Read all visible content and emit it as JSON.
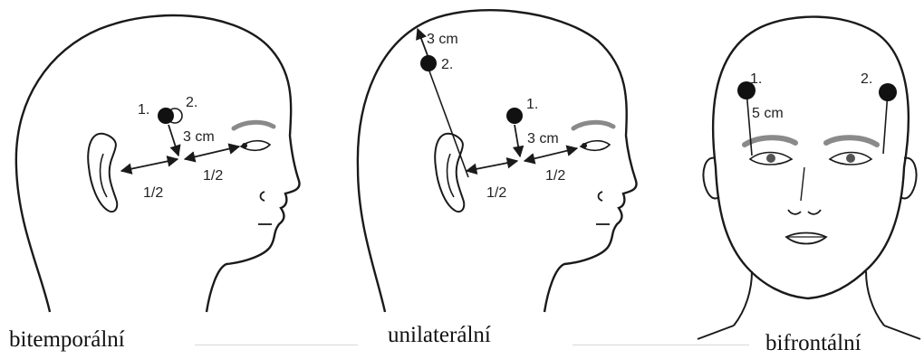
{
  "panels": {
    "bitemporal": {
      "caption": "bitemporální",
      "electrode_1": "1.",
      "electrode_2": "2.",
      "distance": "3 cm",
      "half_left": "1/2",
      "half_right": "1/2"
    },
    "unilateral": {
      "caption": "unilaterální",
      "electrode_1": "1.",
      "electrode_2": "2.",
      "distance_top": "3 cm",
      "distance": "3 cm",
      "half_left": "1/2",
      "half_right": "1/2"
    },
    "bifrontal": {
      "caption": "bifrontální",
      "electrode_1": "1.",
      "electrode_2": "2.",
      "distance": "5 cm"
    }
  },
  "colors": {
    "line": "#1a1a1a",
    "electrode": "#111111",
    "brow": "#8a8a8a"
  }
}
